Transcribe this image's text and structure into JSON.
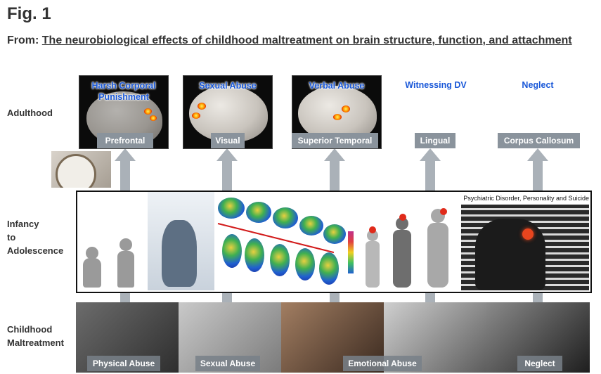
{
  "figure": {
    "label": "Fig. 1",
    "title_prefix": "From: ",
    "title_link": "The neurobiological effects of childhood maltreatment on brain structure, function, and attachment"
  },
  "rows": {
    "adulthood": "Adulthood",
    "infancy": [
      "Infancy",
      "to",
      "Adolescence"
    ],
    "childhood": [
      "Childhood",
      "Maltreatment"
    ]
  },
  "brain_images": [
    {
      "label": "Harsh Corporal Punishment",
      "region": "Prefrontal"
    },
    {
      "label": "Sexual Abuse",
      "region": "Visual"
    },
    {
      "label": "Verbal Abuse",
      "region": "Superior Temporal"
    }
  ],
  "plain_columns": [
    {
      "label": "Witnessing DV",
      "region": "Lingual"
    },
    {
      "label": "Neglect",
      "region": "Corpus Callosum"
    }
  ],
  "middle_panel": {
    "psychiatric_label": "Psychiatric Disorder, Personality and Suicide"
  },
  "maltreatment_types": [
    "Physical Abuse",
    "Sexual Abuse",
    "Emotional Abuse",
    "Neglect"
  ],
  "colors": {
    "label_blue": "#1a58d8",
    "region_gray": "#8a939c",
    "arrow_gray": "#aab1b8",
    "hotspot": "#ff9a00"
  }
}
